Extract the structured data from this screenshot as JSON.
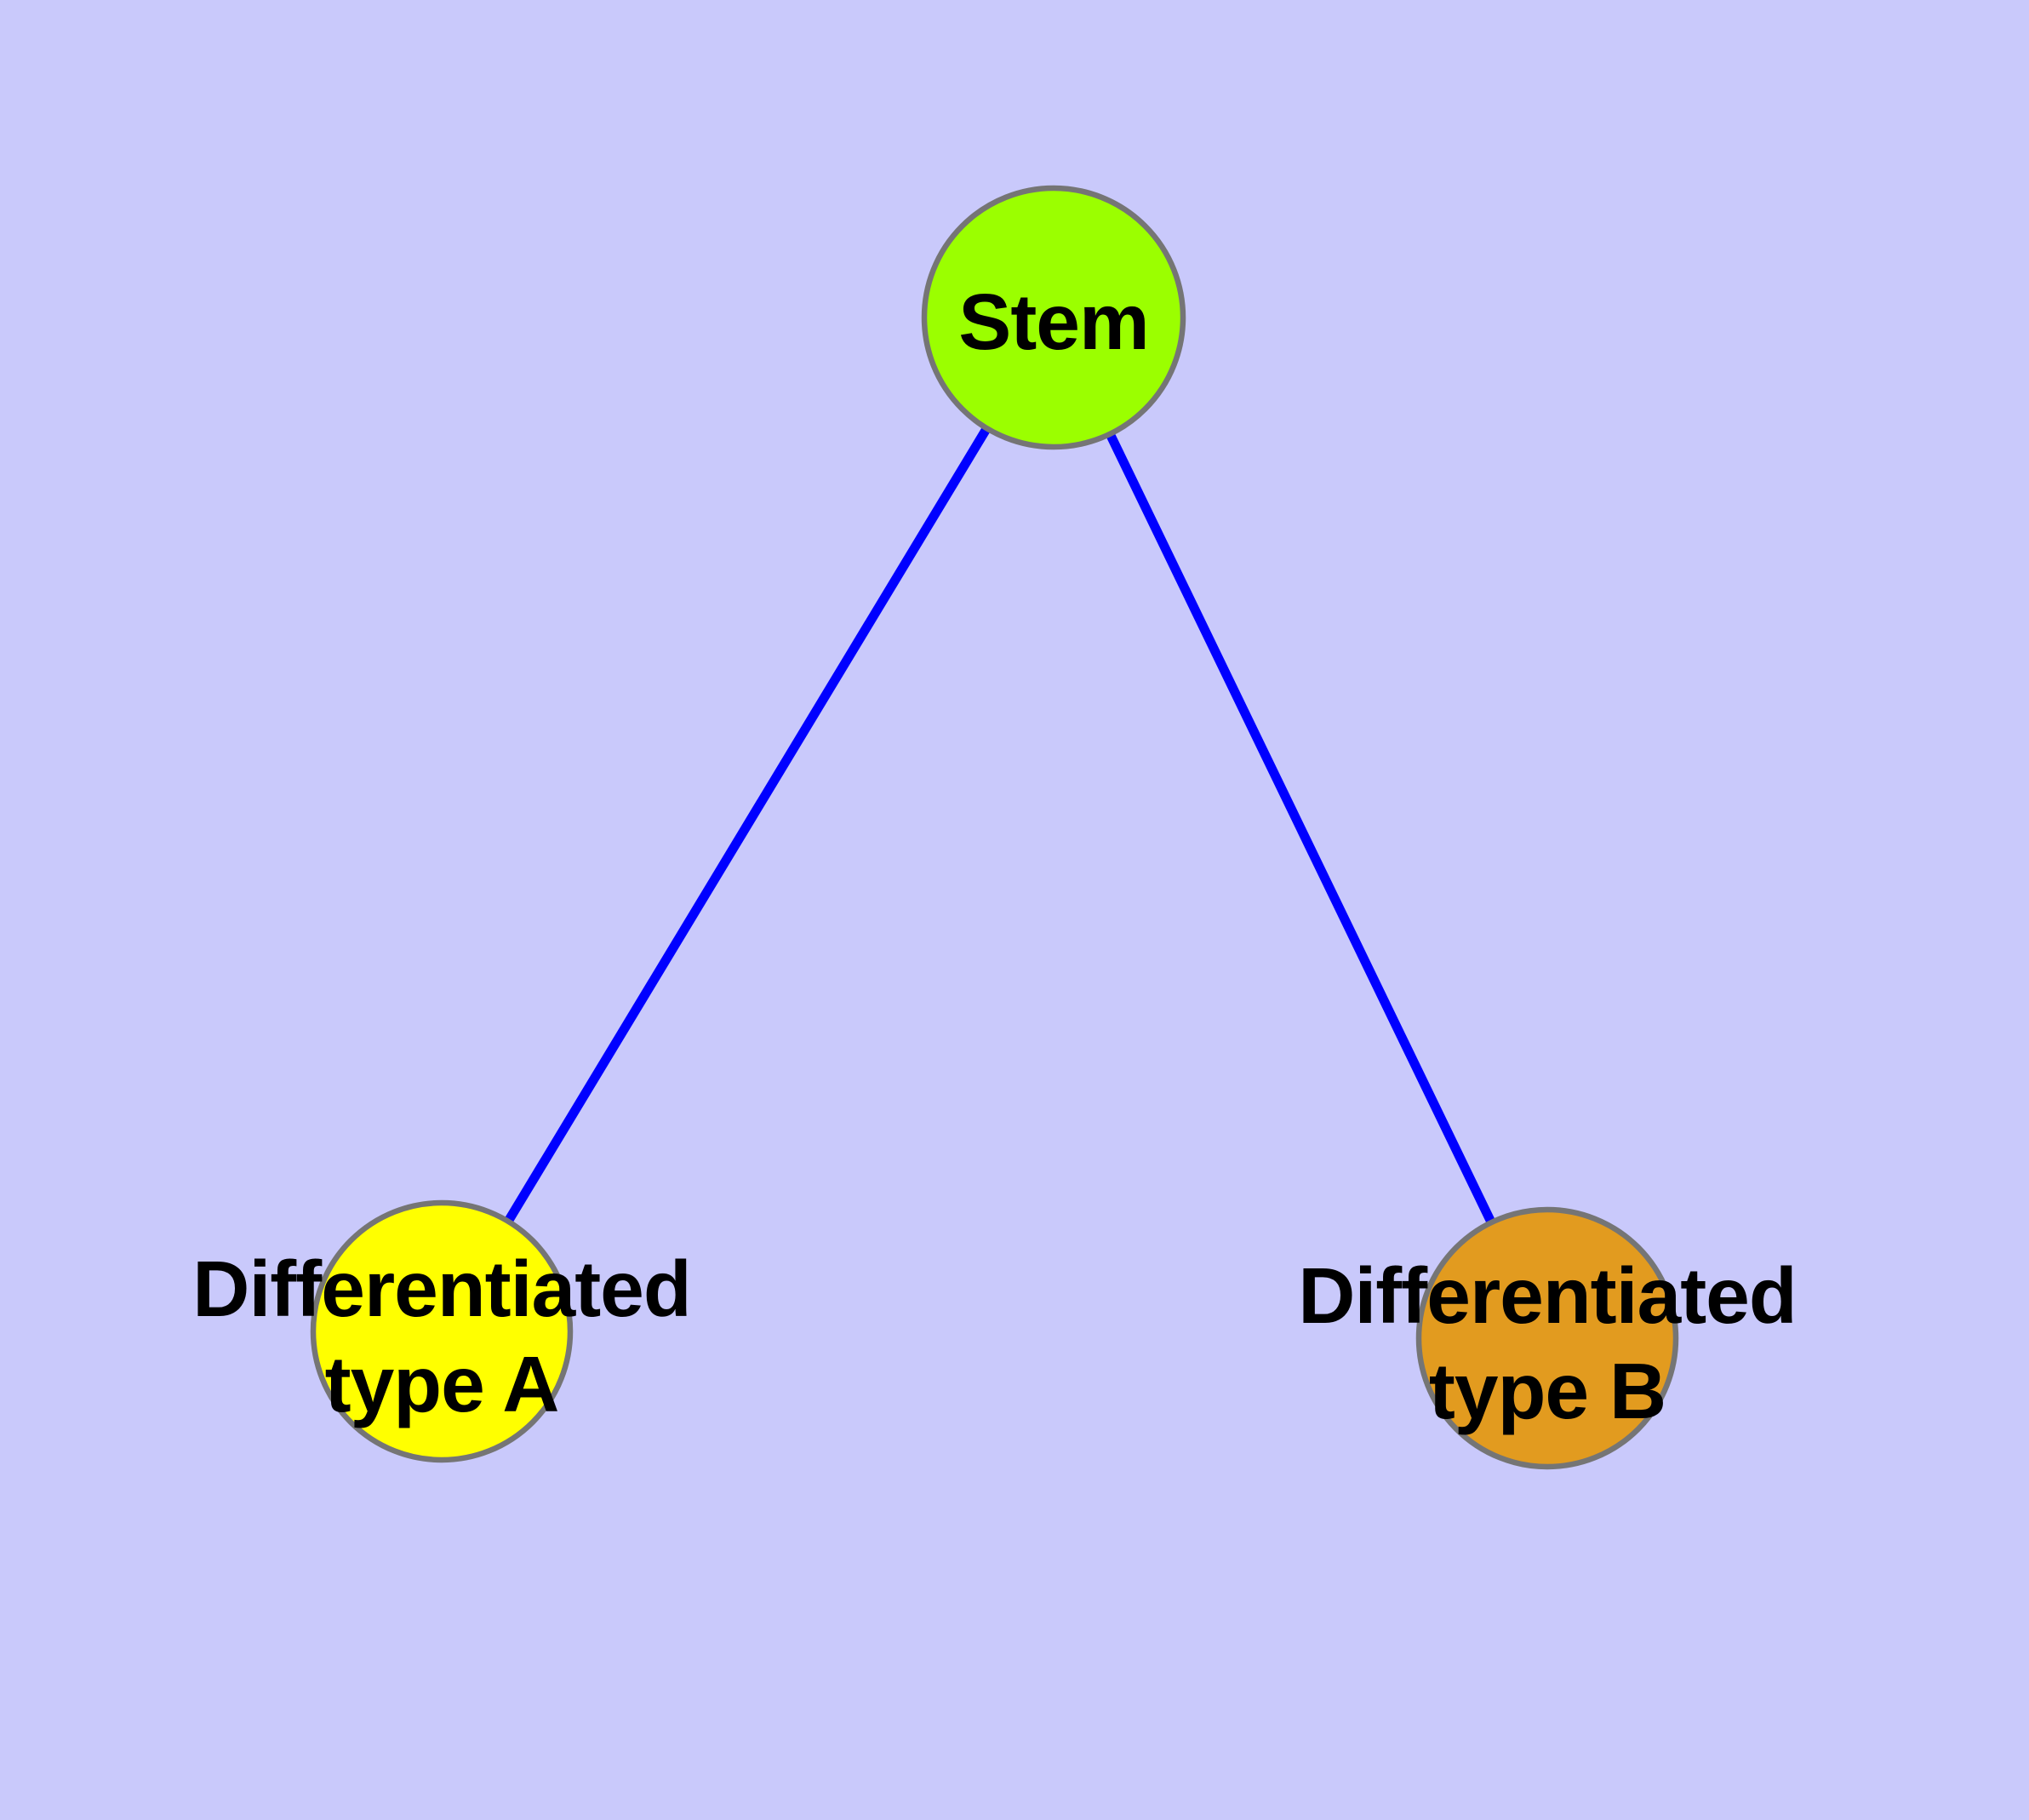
{
  "page": {
    "background_color": "#C9C9FB"
  },
  "diagram": {
    "type": "node-edge-graph",
    "edge_color": "#0000FF",
    "node_border_color": "#757575",
    "label_color": "#000000",
    "nodes": [
      {
        "id": "stem",
        "label": "Stem",
        "lines": [
          "Stem"
        ],
        "fill": "#9BFF00"
      },
      {
        "id": "differentiated-type-a",
        "label": "Differentiated type A",
        "lines": [
          "Differentiated",
          "type A"
        ],
        "fill": "#FFFF00"
      },
      {
        "id": "differentiated-type-b",
        "label": "Differentiated type B",
        "lines": [
          "Differentiated",
          "type B"
        ],
        "fill": "#E29B1F"
      }
    ],
    "edges": [
      {
        "from": "stem",
        "to": "differentiated-type-a"
      },
      {
        "from": "stem",
        "to": "differentiated-type-b"
      }
    ]
  }
}
